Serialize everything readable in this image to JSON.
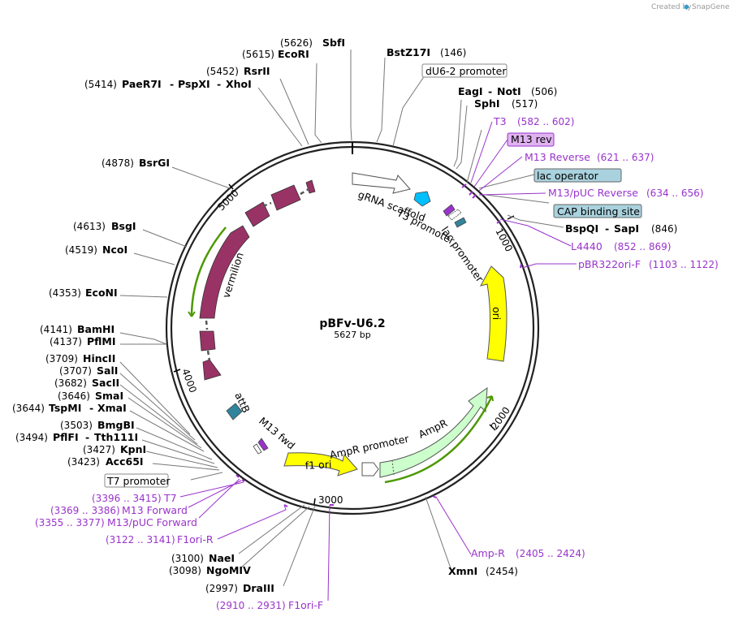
{
  "credit": {
    "prefix": "Created by",
    "brand": "SnapGene"
  },
  "plasmid": {
    "name": "pBFv-U6.2",
    "size": "5627 bp"
  },
  "enzymes": [
    {
      "num": "(5626)",
      "name": "SbfI"
    },
    {
      "num": "(5615)",
      "name": "EcoRI"
    },
    {
      "num": "(5452)",
      "name": "RsrII"
    },
    {
      "num": "(5414)",
      "name": "PaeR7I",
      "extra": [
        "PspXI",
        "XhoI"
      ]
    },
    {
      "num": "(4878)",
      "name": "BsrGI"
    },
    {
      "num": "(4613)",
      "name": "BsgI"
    },
    {
      "num": "(4519)",
      "name": "NcoI"
    },
    {
      "num": "(4353)",
      "name": "EcoNI"
    },
    {
      "num": "(4141)",
      "name": "BamHI"
    },
    {
      "num": "(4137)",
      "name": "PflMI"
    },
    {
      "num": "(3709)",
      "name": "HincII"
    },
    {
      "num": "(3707)",
      "name": "SalI"
    },
    {
      "num": "(3682)",
      "name": "SacII"
    },
    {
      "num": "(3646)",
      "name": "SmaI"
    },
    {
      "num": "(3644)",
      "name": "TspMI",
      "extra": [
        "XmaI"
      ]
    },
    {
      "num": "(3503)",
      "name": "BmgBI"
    },
    {
      "num": "(3494)",
      "name": "PflFI",
      "extra": [
        "Tth111I"
      ]
    },
    {
      "num": "(3427)",
      "name": "KpnI"
    },
    {
      "num": "(3423)",
      "name": "Acc65I"
    },
    {
      "num": "(3100)",
      "name": "NaeI"
    },
    {
      "num": "(3098)",
      "name": "NgoMIV"
    },
    {
      "num": "(2997)",
      "name": "DraIII"
    },
    {
      "num": "(146)",
      "name": "BstZ17I"
    },
    {
      "num": "(506)",
      "name": "EagI",
      "extra": [
        "NotI"
      ]
    },
    {
      "num": "(517)",
      "name": "SphI"
    },
    {
      "num": "(846)",
      "name": "BspQI",
      "extra": [
        "SapI"
      ]
    },
    {
      "num": "(2454)",
      "name": "XmnI"
    }
  ],
  "primers": [
    {
      "name": "T3",
      "range": "(582 .. 602)"
    },
    {
      "name": "M13 rev",
      "boxed": true
    },
    {
      "name": "M13 Reverse",
      "range": "(621 .. 637)"
    },
    {
      "name": "M13/pUC Reverse",
      "range": "(634 .. 656)"
    },
    {
      "name": "L4440",
      "range": "(852 .. 869)"
    },
    {
      "name": "pBR322ori-F",
      "range": "(1103 .. 1122)"
    },
    {
      "name": "Amp-R",
      "range": "(2405 .. 2424)"
    },
    {
      "name": "F1ori-F",
      "range": "(2910 .. 2931)"
    },
    {
      "name": "F1ori-R",
      "range": "(3122 .. 3141)"
    },
    {
      "name": "M13/pUC Forward",
      "range": "(3355 .. 3377)"
    },
    {
      "name": "M13 Forward",
      "range": "(3369 .. 3386)"
    },
    {
      "name": "T7",
      "range": "(3396 .. 3415)"
    }
  ],
  "boxed_features": [
    {
      "name": "dU6-2 promoter"
    },
    {
      "name": "lac operator"
    },
    {
      "name": "CAP binding site"
    },
    {
      "name": "T7 promoter"
    }
  ],
  "features": [
    {
      "name": "gRNA scaffold",
      "color": "#ffffff"
    },
    {
      "name": "T3 promoter",
      "color": "#00bfff"
    },
    {
      "name": "lac promoter",
      "color": "#ffffff"
    },
    {
      "name": "ori",
      "color": "#ffff00"
    },
    {
      "name": "AmpR",
      "color": "#ccffcc"
    },
    {
      "name": "AmpR promoter",
      "color": "#ffffff"
    },
    {
      "name": "f1 ori",
      "color": "#ffff00"
    },
    {
      "name": "M13 fwd",
      "color": "#9933cc"
    },
    {
      "name": "attB",
      "color": "#31849b"
    },
    {
      "name": "vermilion",
      "color": "#993366"
    }
  ],
  "ticks": [
    "1000",
    "2000",
    "3000",
    "4000",
    "5000"
  ],
  "colors": {
    "primer": "#9933cc",
    "vermilion": "#993366",
    "ori": "#ffff00",
    "ampr": "#ccffcc",
    "attb": "#31849b",
    "t3": "#00bfff",
    "orf_arrow": "#4d9900"
  }
}
